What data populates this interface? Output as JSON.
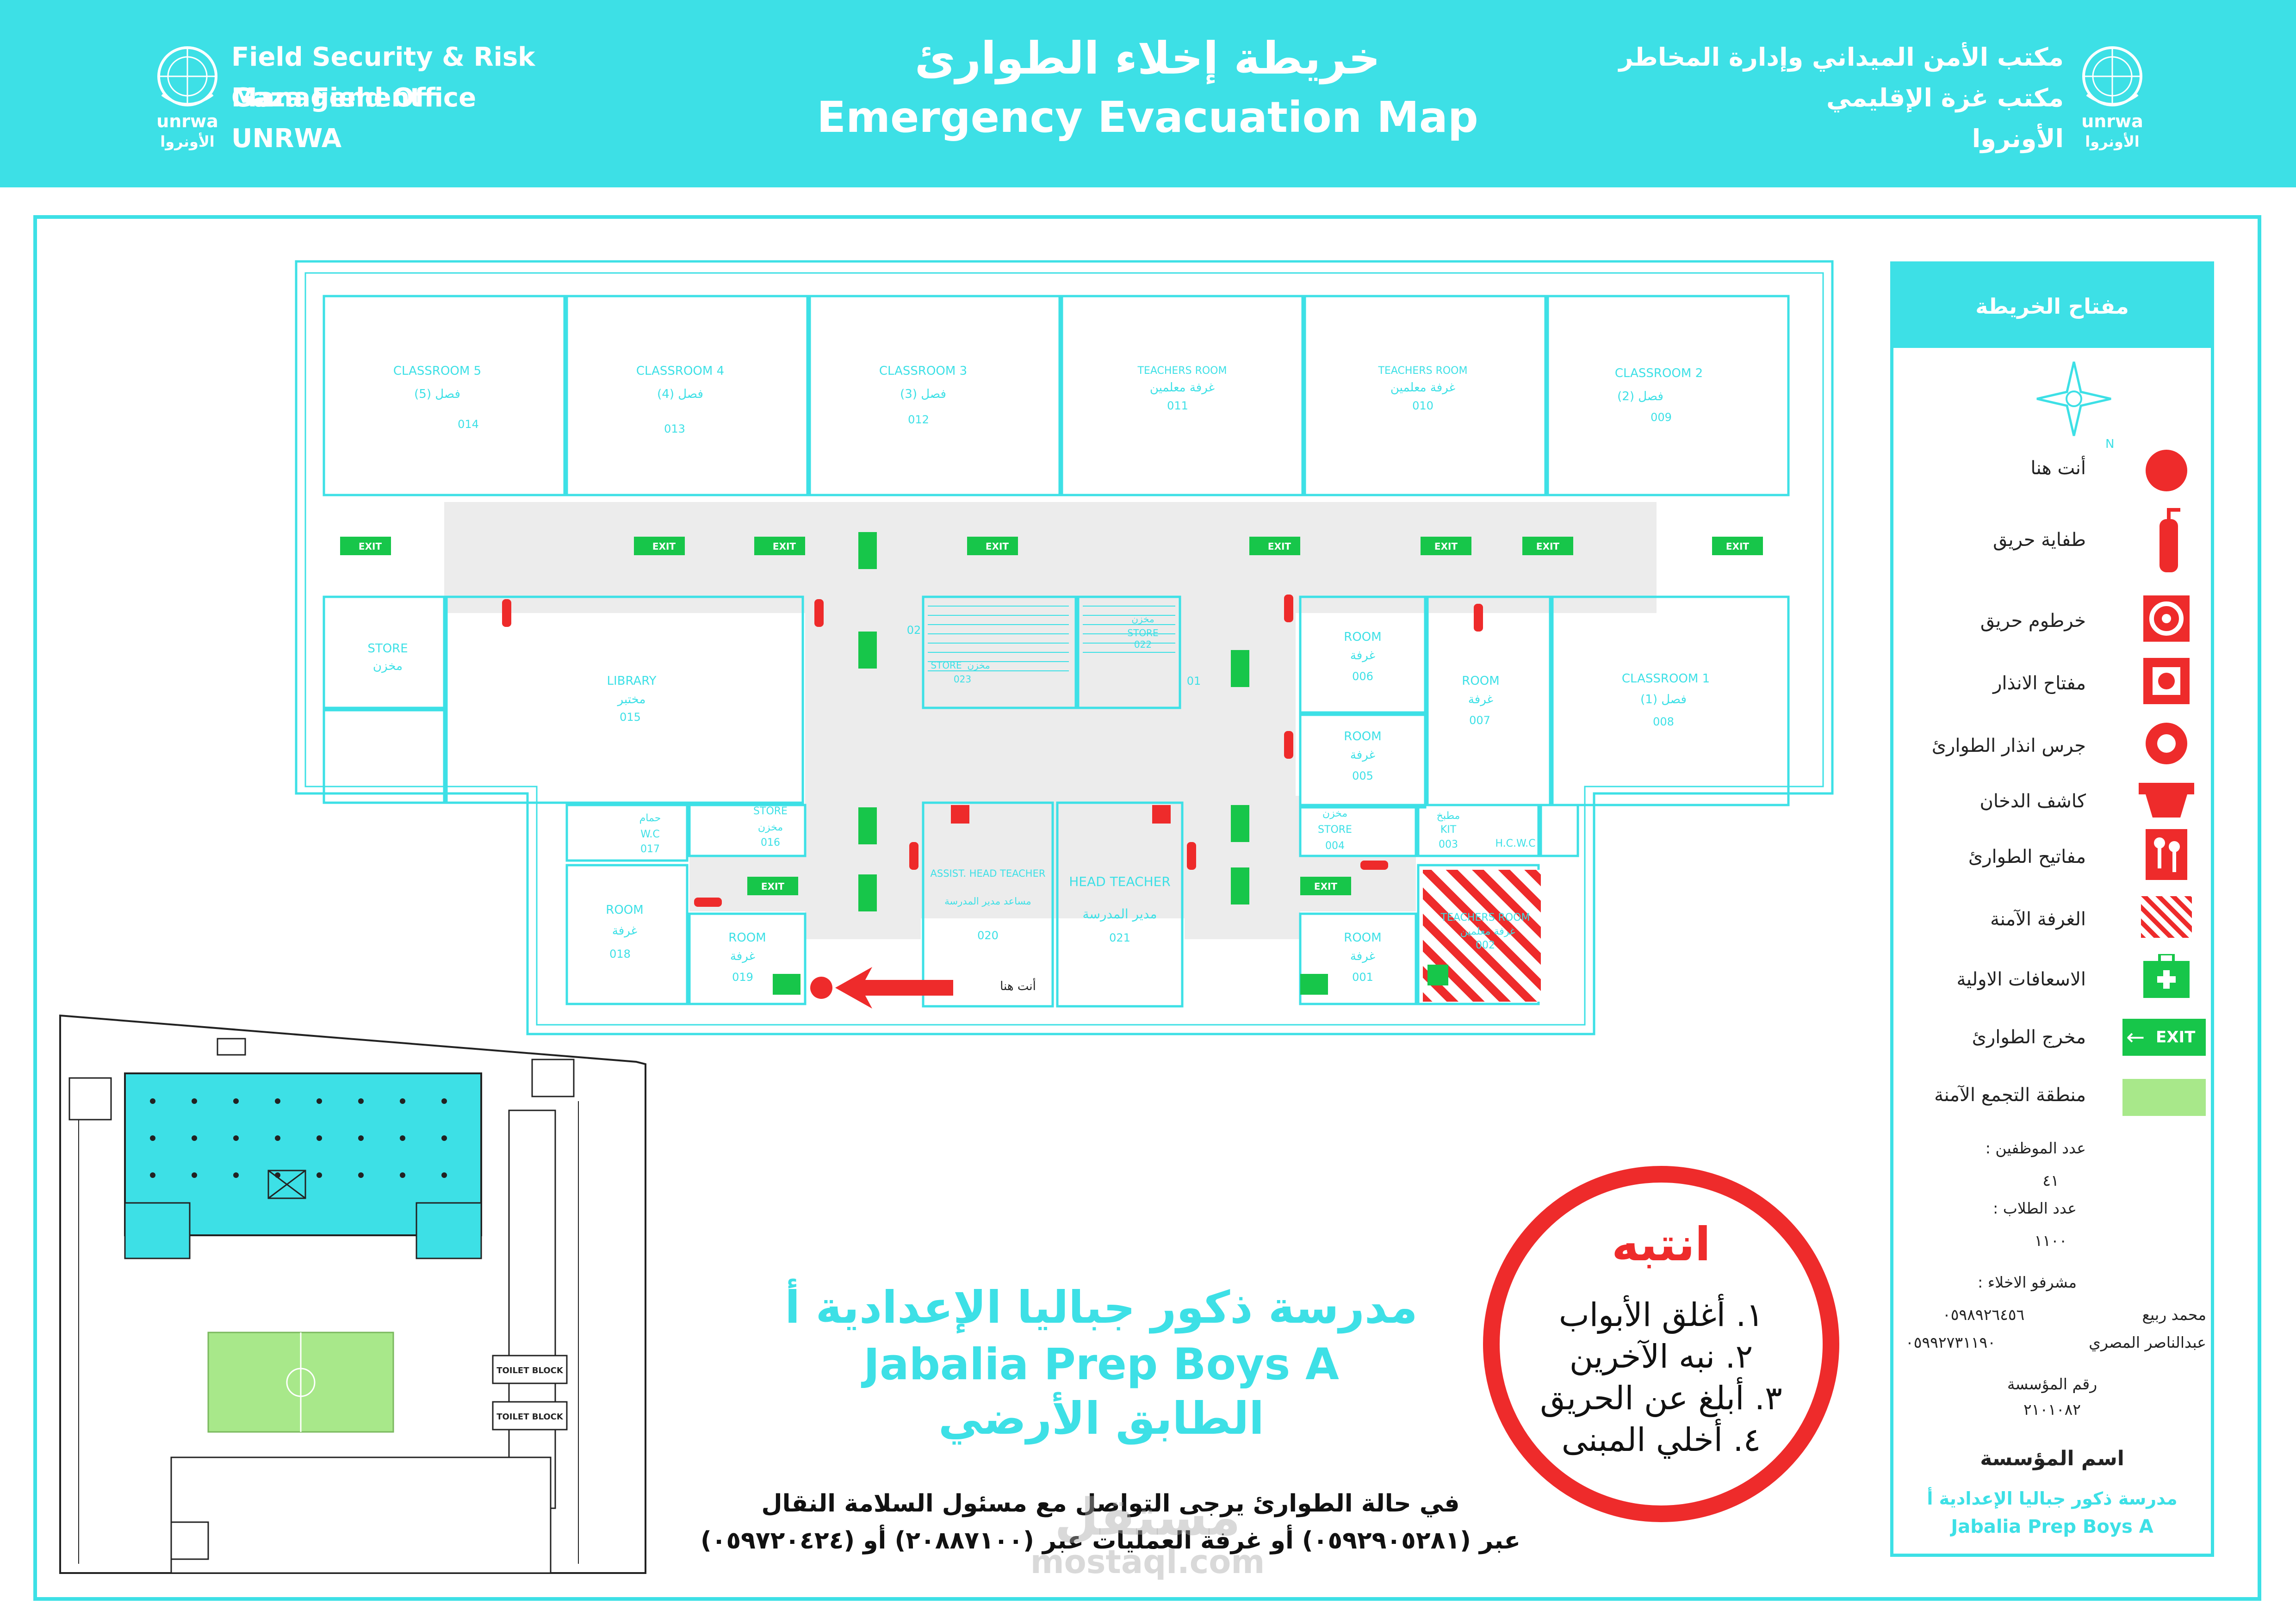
{
  "header": {
    "org_en_lines": [
      "Field Security & Risk Management",
      "Gaza Field Office",
      "UNRWA"
    ],
    "org_ar_lines": [
      "مكتب الأمن الميداني وإدارة المخاطر",
      "مكتب غزة الإقليمي",
      "الأونروا"
    ],
    "title_ar": "خريطة إخلاء الطوارئ",
    "title_en": "Emergency Evacuation Map",
    "logo_text_latin": "unrwa",
    "logo_text_ar": "الأونروا"
  },
  "colors": {
    "accent": "#3de0e6",
    "alert_red": "#ee2b2b",
    "exit_green": "#17c64a",
    "assembly_green": "#a8e88a"
  },
  "legend": {
    "title": "مفتاح الخريطة",
    "north_letter": "N",
    "items": [
      {
        "label": "أنت هنا",
        "icon": "you-are-here-dot"
      },
      {
        "label": "طفاية حريق",
        "icon": "fire-extinguisher-icon"
      },
      {
        "label": "خرطوم حريق",
        "icon": "fire-hose-icon"
      },
      {
        "label": "مفتاح الانذار",
        "icon": "alarm-switch-icon"
      },
      {
        "label": "جرس انذار الطوارئ",
        "icon": "alarm-bell-icon"
      },
      {
        "label": "كاشف الدخان",
        "icon": "smoke-detector-icon"
      },
      {
        "label": "مفاتيح الطوارئ",
        "icon": "emergency-keys-icon"
      },
      {
        "label": "الغرفة الآمنة",
        "icon": "safe-room-hatch"
      },
      {
        "label": "الاسعافات الاولية",
        "icon": "first-aid-icon"
      },
      {
        "label": "مخرج الطوارئ",
        "icon": "exit-sign-icon"
      },
      {
        "label": "منطقة التجمع الآمنة",
        "icon": "assembly-area-swatch"
      }
    ],
    "exit_word": "EXIT",
    "staff_count_label": "عدد الموظفين :",
    "staff_count": "٤١",
    "students_count_label": "عدد الطلاب :",
    "students_count": "١١٠٠",
    "supervisors_label": "مشرفو الاخلاء :",
    "supervisors": [
      {
        "name": "محمد ربيع",
        "phone": "٠٥٩٨٩٢٦٤٥٦"
      },
      {
        "name": "عبدالناصر المصري",
        "phone": "٠٥٩٩٢٧٣١١٩٠"
      }
    ],
    "institution_number_label": "رقم المؤسسة",
    "institution_number": "٢١٠١٠٨٢",
    "institution_name_label": "اسم المؤسسة",
    "institution_name_ar": "مدرسة ذكور جباليا الإعدادية أ",
    "institution_name_en": "Jabalia Prep Boys A"
  },
  "floor_plan": {
    "you_are_here_label": "أنت هنا",
    "stair_marks": [
      "02",
      "01"
    ],
    "rooms": [
      {
        "en": "CLASSROOM 5",
        "ar": "فصل (5)",
        "num": "014"
      },
      {
        "en": "CLASSROOM 4",
        "ar": "فصل (4)",
        "num": "013"
      },
      {
        "en": "CLASSROOM 3",
        "ar": "فصل (3)",
        "num": "012"
      },
      {
        "en": "TEACHERS ROOM",
        "ar": "غرفة معلمين",
        "num": "011"
      },
      {
        "en": "TEACHERS ROOM",
        "ar": "غرفة معلمين",
        "num": "010"
      },
      {
        "en": "CLASSROOM 2",
        "ar": "فصل (2)",
        "num": "009"
      },
      {
        "en": "STORE",
        "ar": "مخزن",
        "num": ""
      },
      {
        "en": "LIBRARY",
        "ar": "مختبر",
        "num": "015"
      },
      {
        "en": "STORE",
        "ar": "مخزن",
        "num": "023"
      },
      {
        "en": "STORE",
        "ar": "مخزن",
        "num": "022"
      },
      {
        "en": "ROOM",
        "ar": "غرفة",
        "num": "006"
      },
      {
        "en": "ROOM",
        "ar": "غرفة",
        "num": "007"
      },
      {
        "en": "CLASSROOM 1",
        "ar": "فصل (1)",
        "num": "008"
      },
      {
        "en": "ROOM",
        "ar": "غرفة",
        "num": "005"
      },
      {
        "en": "W.C",
        "ar": "حمام",
        "num": "017"
      },
      {
        "en": "STORE",
        "ar": "مخزن",
        "num": "016"
      },
      {
        "en": "STORE",
        "ar": "مخزن",
        "num": "004"
      },
      {
        "en": "KIT",
        "ar": "مطبخ",
        "num": "003"
      },
      {
        "en": "H.C.W.C",
        "ar": "",
        "num": ""
      },
      {
        "en": "ROOM",
        "ar": "غرفة",
        "num": "018"
      },
      {
        "en": "ROOM",
        "ar": "غرفة",
        "num": "019"
      },
      {
        "en": "ASSIST. HEAD TEACHER",
        "ar": "مساعد مدير المدرسة",
        "num": "020"
      },
      {
        "en": "HEAD TEACHER",
        "ar": "مدير المدرسة",
        "num": "021"
      },
      {
        "en": "ROOM",
        "ar": "غرفة",
        "num": "001"
      },
      {
        "en": "TEACHERS ROOM",
        "ar": "غرفة معلمين",
        "num": "002"
      }
    ]
  },
  "site_plan": {
    "toilet_block_labels": [
      "TOILET BLOCK",
      "TOILET BLOCK"
    ]
  },
  "school": {
    "name_ar": "مدرسة ذكور جباليا  الإعدادية أ",
    "name_en": "Jabalia Prep Boys A",
    "floor_ar": "الطابق الأرضي"
  },
  "attention": {
    "title": "انتبه",
    "steps": [
      "١. أغلق الأبواب",
      "٢. نبه الآخرين",
      "٣. أبلغ عن الحريق",
      "٤. أخلي المبنى"
    ]
  },
  "contact": {
    "line1": "في حالة الطوارئ يرجى التواصل مع مسئول السلامة النقال",
    "line2": "عبر (٠٥٩٢٩٠٥٢٨١) أو غرفة العمليات عبر (٢٠٨٨٧١٠٠) أو (٠٥٩٧٢٠٤٢٤)"
  },
  "watermark": {
    "ar": "مستقل",
    "en": "mostaql.com"
  }
}
